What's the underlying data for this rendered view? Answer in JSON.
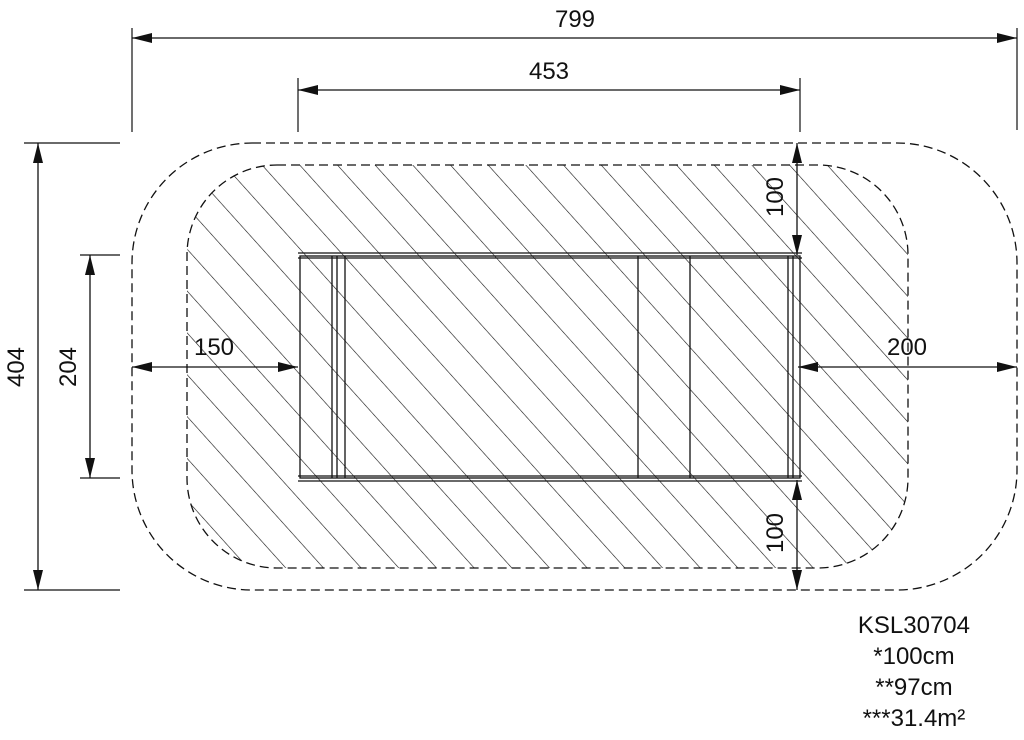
{
  "dimensions": {
    "overall_width": "799",
    "equipment_width": "453",
    "overall_height": "404",
    "equipment_height": "204",
    "left_clearance": "150",
    "right_clearance": "200",
    "top_clearance": "100",
    "bottom_clearance": "100"
  },
  "info": {
    "model": "KSL30704",
    "line1": "*100cm",
    "line2": "**97cm",
    "line3": "***31.4m²"
  },
  "colors": {
    "line": "#111111",
    "background": "#ffffff"
  }
}
